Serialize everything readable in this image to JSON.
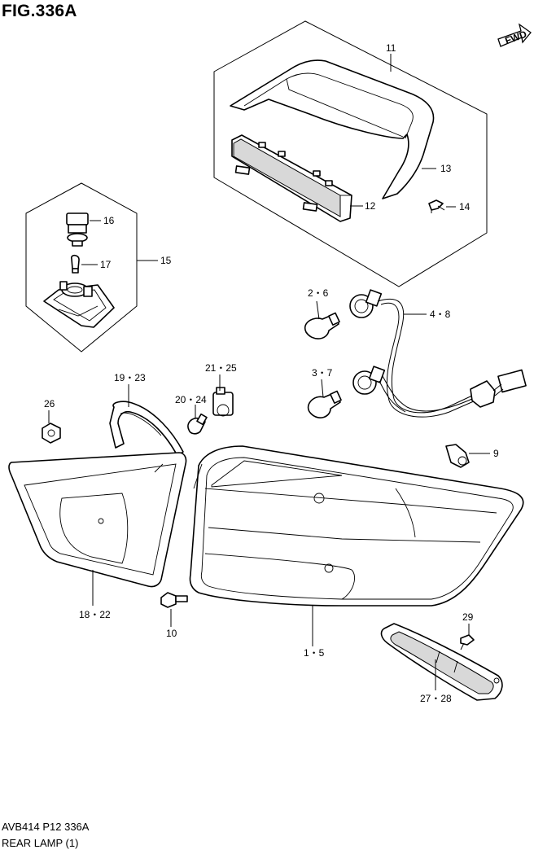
{
  "figure": {
    "title": "FIG.336A",
    "code": "AVB414 P12 336A",
    "name": "REAR LAMP (1)",
    "fwd_label": "FWD"
  },
  "callouts": {
    "c11": "11",
    "c13": "13",
    "c12": "12",
    "c14": "14",
    "c16": "16",
    "c17": "17",
    "c15": "15",
    "c2_6": "2・6",
    "c4_8": "4・8",
    "c3_7": "3・7",
    "c21_25": "21・25",
    "c19_23": "19・23",
    "c20_24": "20・24",
    "c26": "26",
    "c9": "9",
    "c18_22": "18・22",
    "c10": "10",
    "c1_5": "1・5",
    "c29": "29",
    "c27_28": "27・28"
  }
}
